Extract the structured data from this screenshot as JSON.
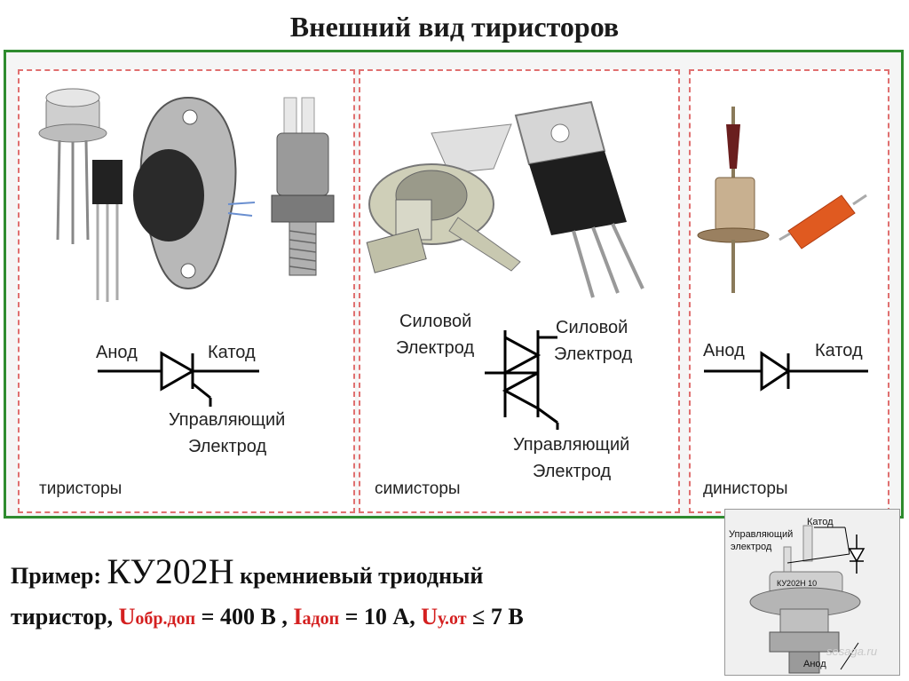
{
  "title": "Внешний вид тиристоров",
  "panels": {
    "thyristor": {
      "caption": "тиристоры",
      "anode": "Анод",
      "cathode": "Катод",
      "gate_line1": "Управляющий",
      "gate_line2": "Электрод"
    },
    "triac": {
      "caption": "симисторы",
      "power_left_line1": "Силовой",
      "power_left_line2": "Электрод",
      "power_right_line1": "Силовой",
      "power_right_line2": "Электрод",
      "gate_line1": "Управляющий",
      "gate_line2": "Электрод"
    },
    "dinistor": {
      "caption": "динисторы",
      "anode": "Анод",
      "cathode": "Катод"
    }
  },
  "example": {
    "prefix": "Пример:",
    "part_number": "КУ202Н",
    "desc1": "кремниевый триодный",
    "desc2_start": "тиристор,",
    "u_rev_symbol": "U",
    "u_rev_sub": "обр.доп",
    "u_rev_value": "= 400 В ,",
    "i_symbol": "I",
    "i_sub": "адоп",
    "i_value": "= 10 А,",
    "u_gate_symbol": "U",
    "u_gate_sub": "у.от",
    "u_gate_value": "≤ 7 В"
  },
  "photo": {
    "cathode": "Катод",
    "gate_line1": "Управляющий",
    "gate_line2": "электрод",
    "anode": "Анод",
    "marking": "КУ202Н 10",
    "watermark": "sesaga.ru"
  }
}
